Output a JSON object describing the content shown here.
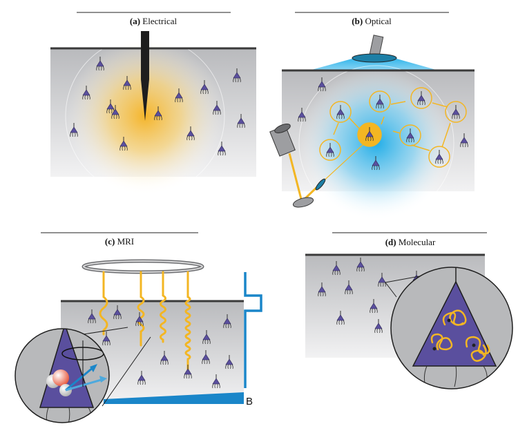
{
  "panels": {
    "a": {
      "letter": "(a)",
      "title": "Electrical"
    },
    "b": {
      "letter": "(b)",
      "title": "Optical"
    },
    "c": {
      "letter": "(c)",
      "title": "MRI"
    },
    "d": {
      "letter": "(d)",
      "title": "Molecular"
    }
  },
  "mri_field_label": "B",
  "colors": {
    "tissue": "#c9cacc",
    "neuron": "#5a4f9e",
    "electrical_glow": "#f5b52a",
    "optical_glow": "#2eb4ea",
    "fiber": "#f3b623",
    "field": "#1a86c9",
    "surface": "#3a3a3a"
  }
}
